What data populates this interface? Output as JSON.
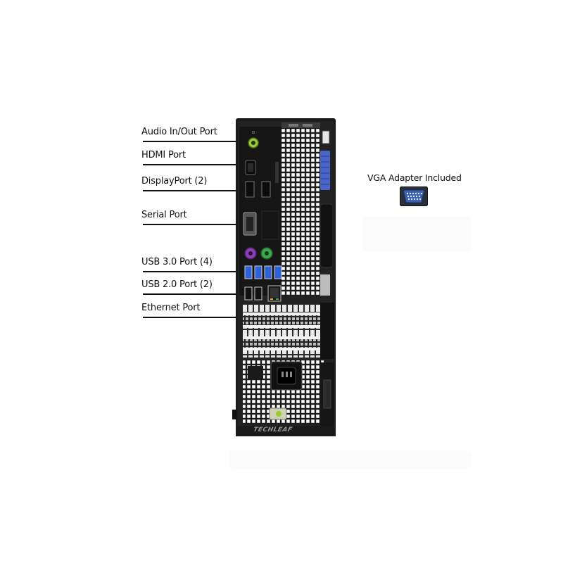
{
  "labels": [
    {
      "id": "audio",
      "text": "Audio In/Out Port"
    },
    {
      "id": "hdmi",
      "text": "HDMI Port"
    },
    {
      "id": "displayport",
      "text": "DisplayPort (2)"
    },
    {
      "id": "serial",
      "text": "Serial Port"
    },
    {
      "id": "usb3",
      "text": "USB 3.0 Port (4)"
    },
    {
      "id": "usb2",
      "text": "USB 2.0 Port (2)"
    },
    {
      "id": "ethernet",
      "text": "Ethernet Port"
    }
  ],
  "vga_adapter": {
    "text": "VGA Adapter Included"
  },
  "brand": {
    "logo_text": "TECHLEAF"
  },
  "colors": {
    "case": "#1b1b1b",
    "grille": "#5a5a5a",
    "accent_blue": "#4a64c8",
    "audio_green": "#9acd32",
    "ps2_purple": "#8a3fb5",
    "ps2_green": "#3fa84f",
    "usb3_blue": "#2f62d6",
    "vga_blue": "#3a5fb0"
  }
}
